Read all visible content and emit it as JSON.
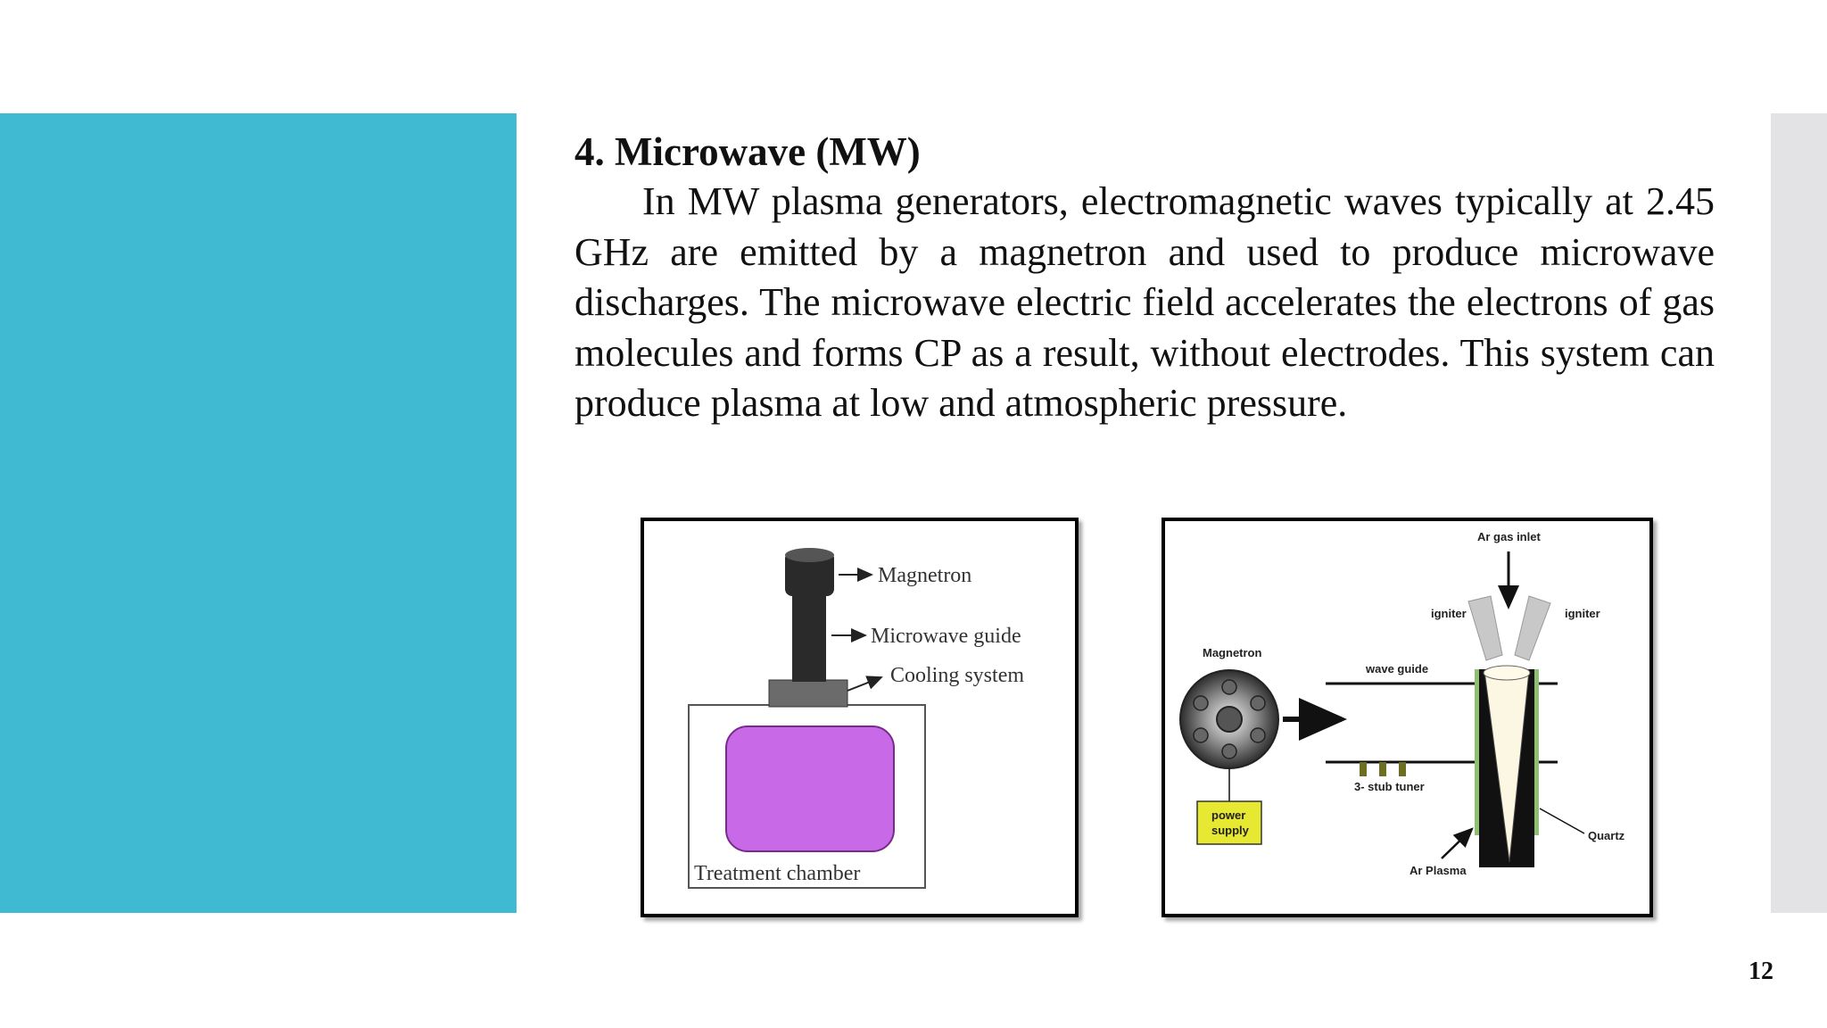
{
  "slide": {
    "heading": "4. Microwave (MW)",
    "paragraph": "In MW plasma generators, electromagnetic waves typically at 2.45 GHz are emitted by a magnetron and used to produce microwave discharges. The microwave electric field accelerates the electrons of gas molecules and forms CP as a result, without electrodes. This system can produce plasma at low and atmospheric pressure.",
    "page_number": "12"
  },
  "colors": {
    "panel": "#3fbad2",
    "strip": "#e3e3e5",
    "plasma_chamber": "#c86ae8",
    "power_supply": "#e6e832"
  },
  "figure_left": {
    "magnetron": "Magnetron",
    "microwave_guide": "Microwave guide",
    "cooling_system": "Cooling system",
    "treatment_chamber": "Treatment chamber"
  },
  "figure_right": {
    "ar_gas_inlet": "Ar gas inlet",
    "igniter_left": "igniter",
    "igniter_right": "igniter",
    "magnetron": "Magnetron",
    "wave_guide": "wave guide",
    "stub_tuner": "3- stub tuner",
    "power_supply_line1": "power",
    "power_supply_line2": "supply",
    "quartz": "Quartz",
    "ar_plasma": "Ar Plasma"
  }
}
